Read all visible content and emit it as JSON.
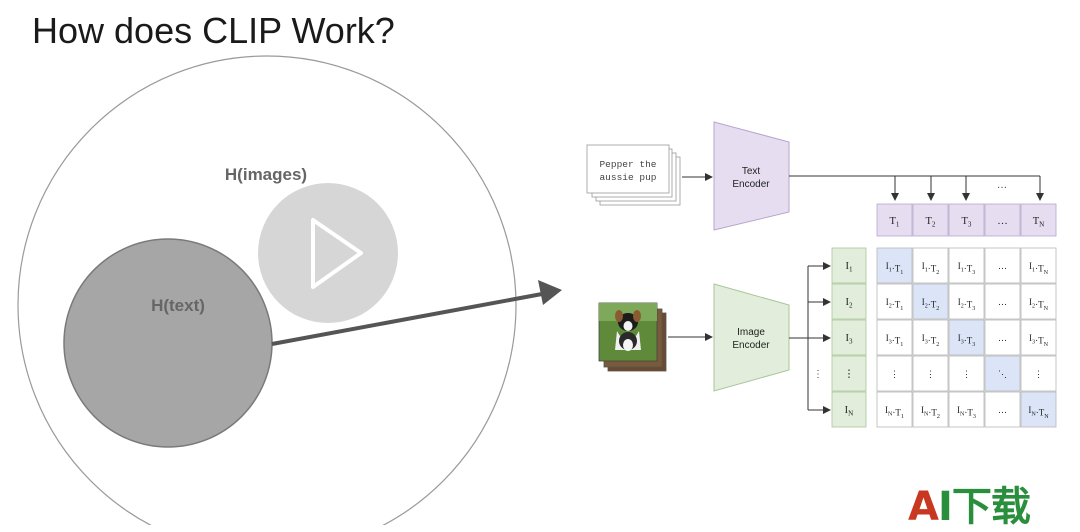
{
  "title": "How does CLIP Work?",
  "venn": {
    "outer_label": "H(images)",
    "inner_label": "H(text)"
  },
  "clip": {
    "text_input": [
      "Pepper the",
      "aussie pup"
    ],
    "text_encoder": [
      "Text",
      "Encoder"
    ],
    "image_encoder": [
      "Image",
      "Encoder"
    ],
    "t_labels": [
      "T1",
      "T2",
      "T3",
      "…",
      "TN"
    ],
    "i_labels": [
      "I1",
      "I2",
      "I3",
      "⋮",
      "IN"
    ],
    "matrix": [
      [
        "I1·T1",
        "I1·T2",
        "I1·T3",
        "…",
        "I1·TN"
      ],
      [
        "I2·T1",
        "I2·T2",
        "I2·T3",
        "…",
        "I2·TN"
      ],
      [
        "I3·T1",
        "I3·T2",
        "I3·T3",
        "…",
        "I3·TN"
      ],
      [
        "⋮",
        "⋮",
        "⋮",
        "⋱",
        "⋮"
      ],
      [
        "IN·T1",
        "IN·T2",
        "IN·T3",
        "…",
        "IN·TN"
      ]
    ],
    "ellipsis_top": "…",
    "ellipsis_left": "⋮"
  },
  "watermark": {
    "a": "A",
    "i": "I",
    "cn": "下载"
  },
  "colors": {
    "text_encoder_fill": "#e6def0",
    "text_encoder_stroke": "#b7a6cf",
    "image_encoder_fill": "#e2eedb",
    "image_encoder_stroke": "#a9c69b",
    "t_cell_fill": "#e6def0",
    "i_cell_fill": "#e2eedb",
    "diag_fill": "#dbe5f7",
    "arrow": "#555555",
    "inner_circle": "#a6a6a6"
  },
  "icons": {
    "play_overlay": "play-button-icon",
    "dog_photo": "dog-photo-icon"
  }
}
